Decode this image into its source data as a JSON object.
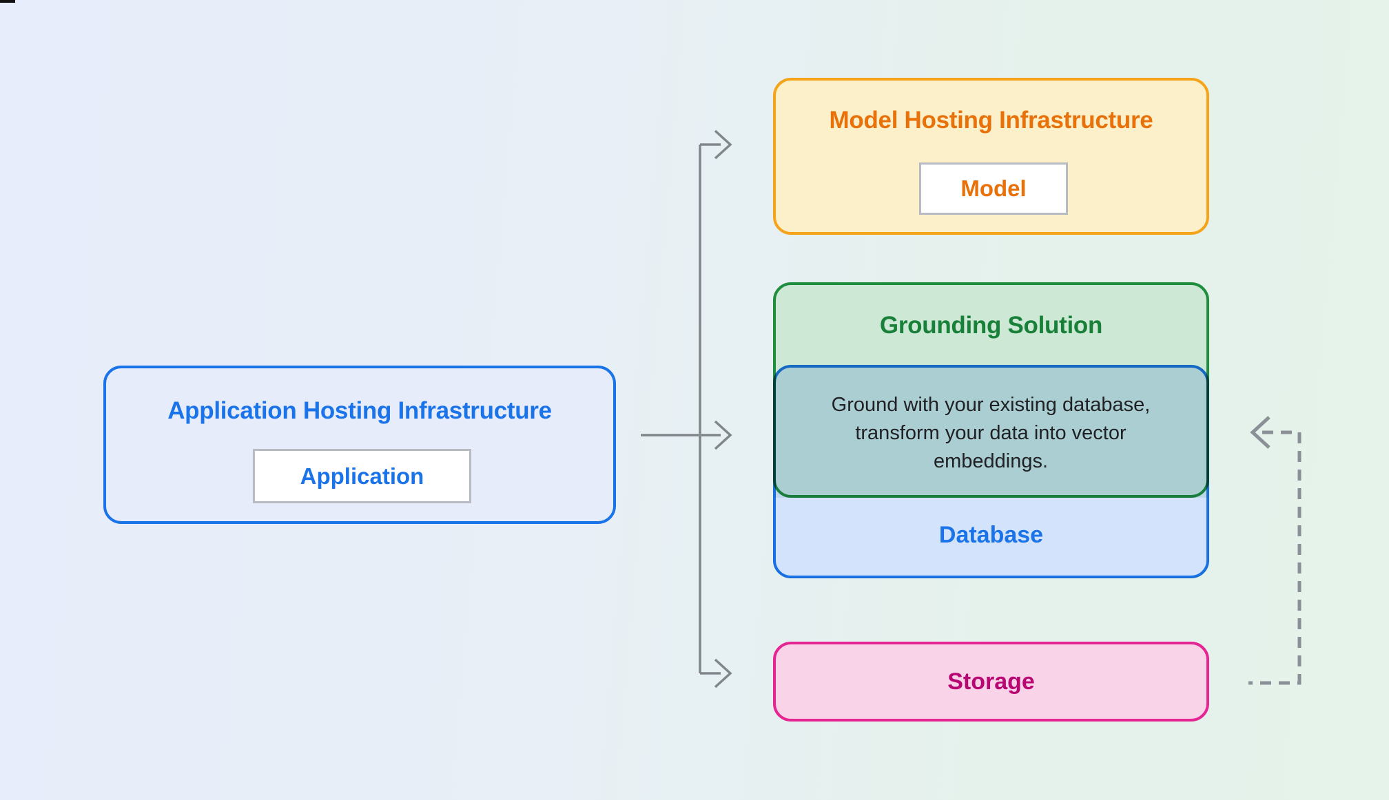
{
  "background": {
    "gradient_left": "#E7EDFB",
    "gradient_right": "#E4F2EA",
    "corner_sliver_color": "#111111"
  },
  "boxes": {
    "application_hosting": {
      "title": "Application Hosting Infrastructure",
      "chip_label": "Application",
      "border_color": "#1A73E8",
      "fill_color": "#E6ECFA",
      "text_color": "#1A73E8"
    },
    "model_hosting": {
      "title": "Model Hosting Infrastructure",
      "chip_label": "Model",
      "border_color": "#F5A31A",
      "fill_color": "#FBF0C9",
      "text_color": "#E8710A"
    },
    "grounding": {
      "title": "Grounding Solution",
      "description": "Ground with your existing database, transform your data into vector embeddings.",
      "border_color": "#1E8E3E",
      "fill_color": "#CEE8D6",
      "title_color": "#188038",
      "description_text_color": "#202124",
      "overlap_fill_color": "#A9CED4"
    },
    "database": {
      "label": "Database",
      "border_color": "#1A73E8",
      "fill_color": "#D3E3FB",
      "text_color": "#1A73E8"
    },
    "storage": {
      "label": "Storage",
      "border_color": "#E52592",
      "fill_color": "#F9D3E8",
      "text_color": "#B80672"
    }
  },
  "connectors": {
    "solid_arrow_color": "#80868B",
    "dashed_arrow_color": "#8A9096"
  }
}
